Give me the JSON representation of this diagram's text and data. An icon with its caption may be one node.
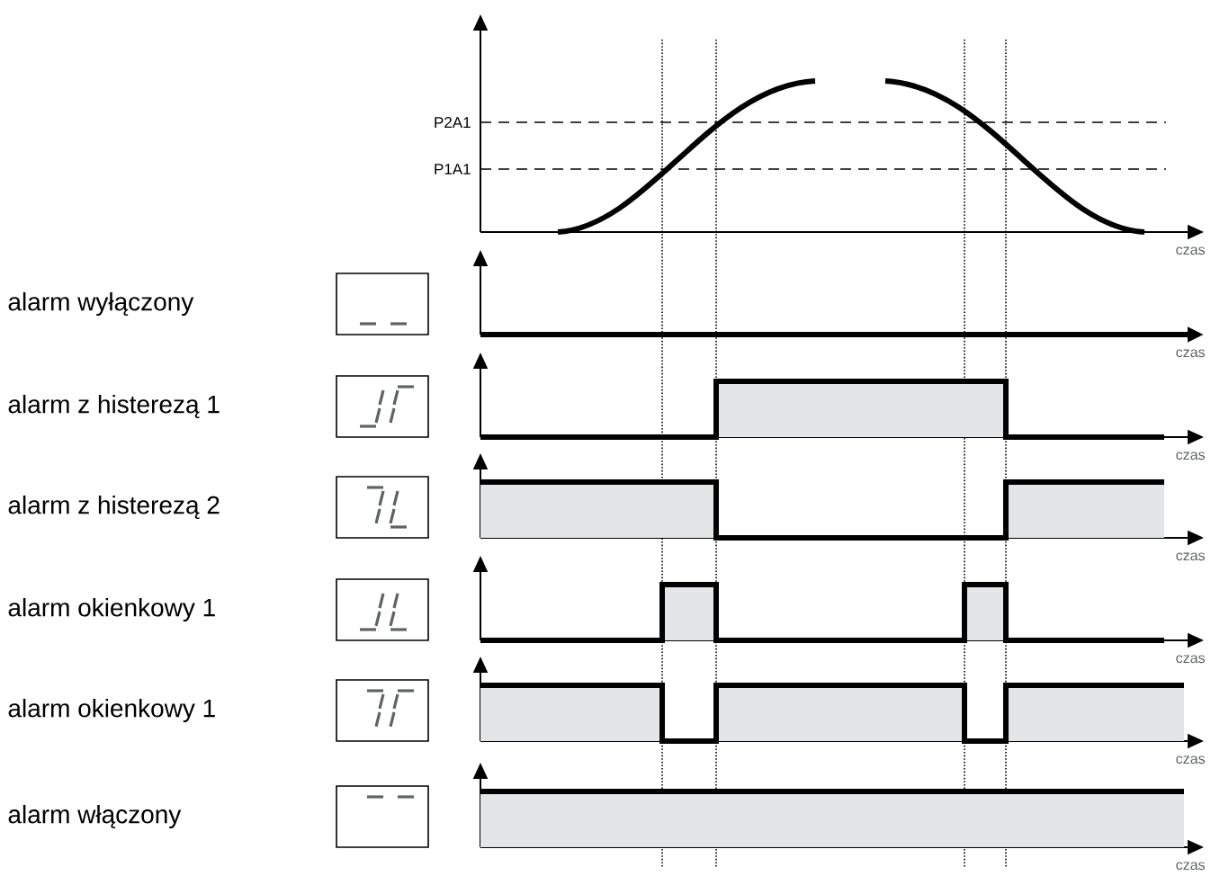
{
  "diagram": {
    "labels": [
      "P2A1",
      "P1A1",
      "czas",
      "alarm wyłączony",
      "czas",
      "alarm z histerezą 1",
      "czas",
      "alarm z histerezą 2",
      "czas",
      "alarm okienkowy 1",
      "czas",
      "alarm okienkowy 1",
      "czas",
      "alarm włączony",
      "czas"
    ]
  }
}
